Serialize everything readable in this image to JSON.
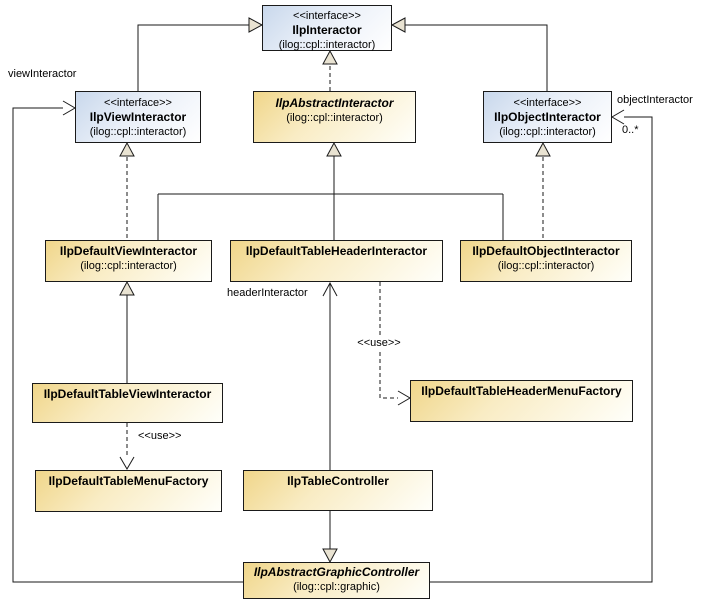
{
  "diagram": {
    "kind": "uml-class-diagram",
    "colors": {
      "interface_fill_start": "#c9d8ec",
      "class_fill_start": "#f0d68a",
      "line": "#1a1a1a",
      "triangle_fill": "#e9e3d2",
      "background": "#ffffff"
    }
  },
  "nodes": [
    {
      "stereotype": "<<interface>>",
      "name": "IlpInteractor",
      "package": "(ilog::cpl::interactor)"
    },
    {
      "stereotype": "<<interface>>",
      "name": "IlpViewInteractor",
      "package": "(ilog::cpl::interactor)"
    },
    {
      "name": "IlpAbstractInteractor",
      "package": "(ilog::cpl::interactor)"
    },
    {
      "stereotype": "<<interface>>",
      "name": "IlpObjectInteractor",
      "package": "(ilog::cpl::interactor)"
    },
    {
      "name": "IlpDefaultViewInteractor",
      "package": "(ilog::cpl::interactor)"
    },
    {
      "name": "IlpDefaultTableHeaderInteractor"
    },
    {
      "name": "IlpDefaultObjectInteractor",
      "package": "(ilog::cpl::interactor)"
    },
    {
      "name": "IlpDefaultTableViewInteractor"
    },
    {
      "name": "IlpDefaultTableHeaderMenuFactory"
    },
    {
      "name": "IlpDefaultTableMenuFactory"
    },
    {
      "name": "IlpTableController"
    },
    {
      "name": "IlpAbstractGraphicController",
      "package": "(ilog::cpl::graphic)"
    }
  ],
  "edge_labels": {
    "view_interactor": "viewInteractor",
    "object_interactor": "objectInteractor",
    "object_multiplicity": "0..*",
    "header_interactor": "headerInteractor",
    "use_header": "<<use>>",
    "use_view": "<<use>>"
  }
}
